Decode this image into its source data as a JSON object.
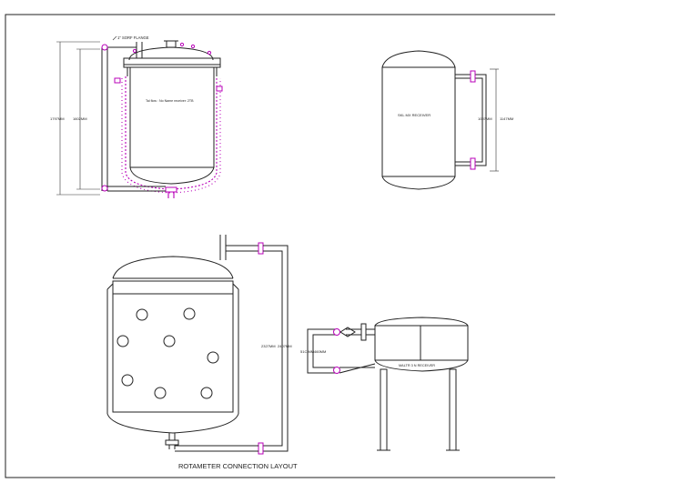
{
  "colors": {
    "line": "#222222",
    "flange": "#b800b8",
    "paper": "#ffffff"
  },
  "labels": {
    "sorf_flange": "1\" SORF FLANGE",
    "vessel_1_text": "Tal flow : No Name receiver: 2TB",
    "vessel_1_dim_outer": "1797MM",
    "vessel_1_dim_inner": "1602MM",
    "vessel_2_text": "SKL MX RECEIVER",
    "vessel_2_dim_inner": "1007MM",
    "vessel_2_dim_outer": "1147MM",
    "vessel_3_dim_inner": "2327MM",
    "vessel_3_dim_outer": "2407MM",
    "vessel_4_text": "MALTR 3 N RECEIVER",
    "vessel_4_dim_inner": "51C MM",
    "vessel_4_dim_outer": "460MM",
    "title": "ROTAMETER CONNECTION LAYOUT"
  }
}
